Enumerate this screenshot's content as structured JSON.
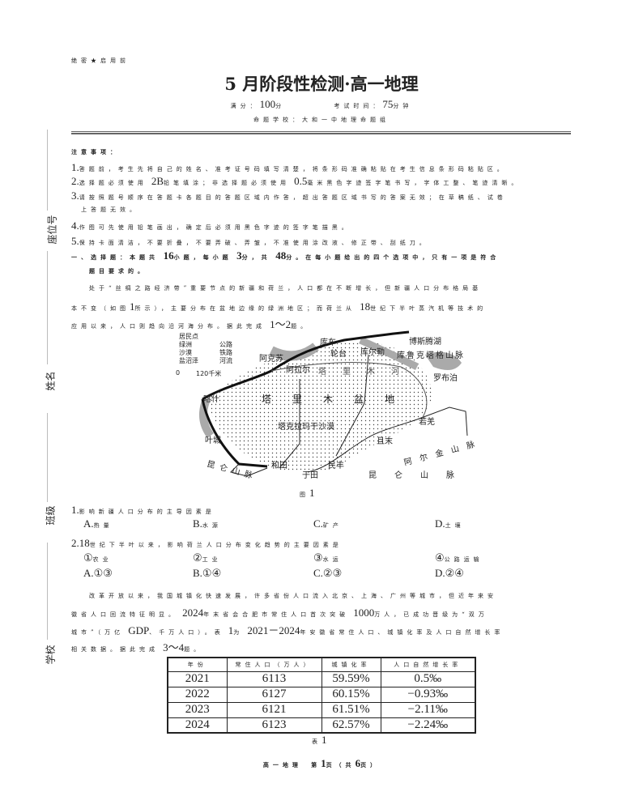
{
  "header": {
    "secret": "绝密★启用前",
    "title": "5 月阶段性检测·高一地理",
    "full_score_label": "满分：",
    "full_score": "100",
    "score_unit": "分",
    "time_label": "考试时间：",
    "time": "75",
    "time_unit": "分钟",
    "author": "命题学校：大和一中地理命题组"
  },
  "side_labels": [
    "座位号",
    "姓名",
    "班级",
    "学校"
  ],
  "notice": {
    "title": "注意事项：",
    "items": [
      {
        "n": "1.",
        "text": "答题前，考生先将自己的姓名、准考证号码填写清楚，将条形码准确粘贴在考生信息条形码粘贴区。"
      },
      {
        "n": "2.",
        "text_a": "选择题必须使用",
        "v1": "2B",
        "text_b": "铅笔填涂；非选择题必须使用",
        "v2": "0.5",
        "text_c": "毫米黑色字迹签字笔书写，字体工整、笔迹清晰。"
      },
      {
        "n": "3.",
        "text": "请按照题号顺序在答题卡各题目的答题区域内作答，超出答题区域书写的答案无效；在草稿纸、试卷",
        "text2": "上答题无效。"
      },
      {
        "n": "4.",
        "text": "作图可先使用铅笔画出，确定后必须用黑色字迹的签字笔描黑。"
      },
      {
        "n": "5.",
        "text": "保持卡面清洁，不要折叠，不要弄破、弄皱，不准使用涂改液、修正带、刮纸刀。"
      }
    ]
  },
  "section": {
    "a": "一、选择题：本题共",
    "count": "16",
    "b": "小题，每小题",
    "per": "3",
    "c": "分，共",
    "total": "48",
    "d": "分。在每小题给出的四个选项中，只有一项是符合",
    "e": "题目要求的。"
  },
  "passage1": {
    "l1": "处于“丝绸之路经济带”重要节点的新疆和荷兰，人口都在不断增长，但新疆人口分布格局基",
    "l2a": "本不变（如图",
    "fig": "1",
    "l2b": "所示），主要分布在盆地边缘的绿洲地区；而荷兰从",
    "century": "18",
    "l2c": "世纪下半叶蒸汽机等技术的",
    "l3a": "应用以来，人口则趋向沿河海分布。据此完成",
    "range": "1～2",
    "l3b": "题。"
  },
  "map": {
    "legend": [
      "居民点",
      "绿洲",
      "沙漠",
      "盐沼泽",
      "公路",
      "铁路",
      "河流"
    ],
    "scale": [
      "0",
      "120千米"
    ],
    "places": [
      "库车",
      "轮台",
      "库尔勒",
      "博斯腾湖",
      "库鲁克塔格山脉",
      "阿克苏",
      "阿拉尔",
      "罗布泊",
      "塔里木盆地",
      "喀什",
      "塔克拉玛干沙漠",
      "若羌",
      "且末",
      "阿尔金山脉",
      "叶城",
      "和田",
      "于田",
      "民丰",
      "昆仑山脉",
      "昆仑山脉",
      "塔里木河"
    ],
    "caption_a": "图",
    "caption_b": "1"
  },
  "q1": {
    "stem_n": "1.",
    "stem": "影响新疆人口分布的主导因素是",
    "options": [
      {
        "k": "A.",
        "v": "热量"
      },
      {
        "k": "B.",
        "v": "水源"
      },
      {
        "k": "C.",
        "v": "矿产"
      },
      {
        "k": "D.",
        "v": "土壤"
      }
    ]
  },
  "q2": {
    "stem_n": "2.18",
    "stem": "世纪下半叶以来，影响荷兰人口分布变化趋势的主要因素是",
    "items": [
      {
        "k": "①",
        "v": "农业"
      },
      {
        "k": "②",
        "v": "工业"
      },
      {
        "k": "③",
        "v": "水运"
      },
      {
        "k": "④",
        "v": "公路运输"
      }
    ],
    "options": [
      {
        "k": "A.",
        "v": "①③"
      },
      {
        "k": "B.",
        "v": "①④"
      },
      {
        "k": "C.",
        "v": "②③"
      },
      {
        "k": "D.",
        "v": "②④"
      }
    ]
  },
  "passage2": {
    "l1": "改革开放以来，我国城镇化快速发展，许多省份人口流入北京、上海、广州等城市，但近年来安",
    "l2a": "徽省人口回流特征明显。",
    "y2024": "2024",
    "l2b": "年末省会合肥市常住人口首次突破",
    "pop": "1000",
    "l2c": "万人，已成功晋级为“双万",
    "l3a": "城市”（万亿",
    "gdp": "GDP",
    "l3b": "、千万人口）。表",
    "tab": "1",
    "l3c": "为",
    "years": "2021－2024",
    "l3d": "年安徽省常住人口、城镇化率及人口自然增长率",
    "l4a": "相关数据。据此完成",
    "range": "3～4",
    "l4b": "题。"
  },
  "table": {
    "headers": [
      "年份",
      "常住人口（万人）",
      "城镇化率",
      "人口自然增长率"
    ],
    "rows": [
      [
        "2021",
        "6113",
        "59.59%",
        "0.5‰"
      ],
      [
        "2022",
        "6127",
        "60.15%",
        "−0.93‰"
      ],
      [
        "2023",
        "6121",
        "61.51%",
        "−2.11‰"
      ],
      [
        "2024",
        "6123",
        "62.57%",
        "−2.24‰"
      ]
    ],
    "caption_a": "表",
    "caption_b": "1"
  },
  "footer": {
    "a": "高一地理",
    "b": "第",
    "page": "1",
    "c": "页（共",
    "total": "6",
    "d": "页）"
  }
}
